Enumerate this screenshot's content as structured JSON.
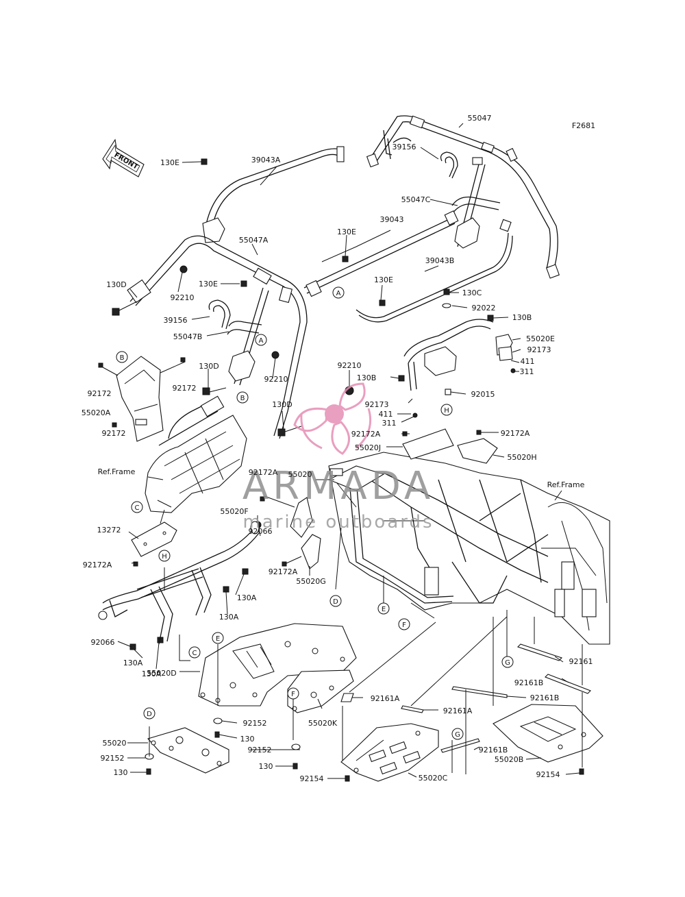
{
  "figure_code": "F2681",
  "front_arrow": "FRONT",
  "watermark": {
    "brand": "ARMADA",
    "tagline": "marine outboards",
    "color": "#e68fb4"
  },
  "callouts": [
    {
      "id": "c1",
      "text": "55047"
    },
    {
      "id": "c2",
      "text": "39043A"
    },
    {
      "id": "c3",
      "text": "39156"
    },
    {
      "id": "c4",
      "text": "55047C"
    },
    {
      "id": "c5",
      "text": "130E"
    },
    {
      "id": "c6",
      "text": "39043"
    },
    {
      "id": "c7",
      "text": "130E"
    },
    {
      "id": "c8",
      "text": "55047A"
    },
    {
      "id": "c9",
      "text": "39043B"
    },
    {
      "id": "c10",
      "text": "130D"
    },
    {
      "id": "c11",
      "text": "92210"
    },
    {
      "id": "c12",
      "text": "130E"
    },
    {
      "id": "c13",
      "text": "130E"
    },
    {
      "id": "c14",
      "text": "130C"
    },
    {
      "id": "c15",
      "text": "92022"
    },
    {
      "id": "c16",
      "text": "130B"
    },
    {
      "id": "c17",
      "text": "39156"
    },
    {
      "id": "c18",
      "text": "55047B"
    },
    {
      "id": "c19",
      "text": "55020E"
    },
    {
      "id": "c20",
      "text": "92173"
    },
    {
      "id": "c21",
      "text": "411"
    },
    {
      "id": "c22",
      "text": "311"
    },
    {
      "id": "c23",
      "text": "92172"
    },
    {
      "id": "c24",
      "text": "92172"
    },
    {
      "id": "c25",
      "text": "130D"
    },
    {
      "id": "c26",
      "text": "92210"
    },
    {
      "id": "c27",
      "text": "92210"
    },
    {
      "id": "c28",
      "text": "130B"
    },
    {
      "id": "c29",
      "text": "92015"
    },
    {
      "id": "c30",
      "text": "55020A"
    },
    {
      "id": "c31",
      "text": "130D"
    },
    {
      "id": "c32",
      "text": "92173"
    },
    {
      "id": "c33",
      "text": "411"
    },
    {
      "id": "c34",
      "text": "311"
    },
    {
      "id": "c35",
      "text": "92172"
    },
    {
      "id": "c36",
      "text": "92172A"
    },
    {
      "id": "c37",
      "text": "92172A"
    },
    {
      "id": "c38",
      "text": "55020J"
    },
    {
      "id": "c39",
      "text": "55020H"
    },
    {
      "id": "c40",
      "text": "Ref.Frame"
    },
    {
      "id": "c41",
      "text": "92172A"
    },
    {
      "id": "c42",
      "text": "55020"
    },
    {
      "id": "c43",
      "text": "Ref.Frame"
    },
    {
      "id": "c44",
      "text": "13272"
    },
    {
      "id": "c45",
      "text": "55020F"
    },
    {
      "id": "c46",
      "text": "92066"
    },
    {
      "id": "c47",
      "text": "92172A"
    },
    {
      "id": "c48",
      "text": "92172A"
    },
    {
      "id": "c49",
      "text": "55020G"
    },
    {
      "id": "c50",
      "text": "130A"
    },
    {
      "id": "c51",
      "text": "130A"
    },
    {
      "id": "c52",
      "text": "92066"
    },
    {
      "id": "c53",
      "text": "130A"
    },
    {
      "id": "c54",
      "text": "130A"
    },
    {
      "id": "c55",
      "text": "92161"
    },
    {
      "id": "c56",
      "text": "92161B"
    },
    {
      "id": "c57",
      "text": "55020D"
    },
    {
      "id": "c58",
      "text": "92161A"
    },
    {
      "id": "c59",
      "text": "92161B"
    },
    {
      "id": "c60",
      "text": "92161A"
    },
    {
      "id": "c61",
      "text": "92152"
    },
    {
      "id": "c62",
      "text": "55020K"
    },
    {
      "id": "c63",
      "text": "130"
    },
    {
      "id": "c64",
      "text": "55020"
    },
    {
      "id": "c65",
      "text": "92152"
    },
    {
      "id": "c66",
      "text": "92161B"
    },
    {
      "id": "c67",
      "text": "92152"
    },
    {
      "id": "c68",
      "text": "130"
    },
    {
      "id": "c69",
      "text": "55020B"
    },
    {
      "id": "c70",
      "text": "130"
    },
    {
      "id": "c71",
      "text": "92154"
    },
    {
      "id": "c72",
      "text": "55020C"
    },
    {
      "id": "c73",
      "text": "92154"
    }
  ],
  "markers": [
    {
      "id": "m1",
      "text": "A"
    },
    {
      "id": "m2",
      "text": "A"
    },
    {
      "id": "m3",
      "text": "B"
    },
    {
      "id": "m4",
      "text": "B"
    },
    {
      "id": "m5",
      "text": "H"
    },
    {
      "id": "m6",
      "text": "C"
    },
    {
      "id": "m7",
      "text": "H"
    },
    {
      "id": "m8",
      "text": "D"
    },
    {
      "id": "m9",
      "text": "E"
    },
    {
      "id": "m10",
      "text": "F"
    },
    {
      "id": "m11",
      "text": "C"
    },
    {
      "id": "m12",
      "text": "E"
    },
    {
      "id": "m13",
      "text": "G"
    },
    {
      "id": "m14",
      "text": "F"
    },
    {
      "id": "m15",
      "text": "D"
    },
    {
      "id": "m16",
      "text": "G"
    }
  ]
}
